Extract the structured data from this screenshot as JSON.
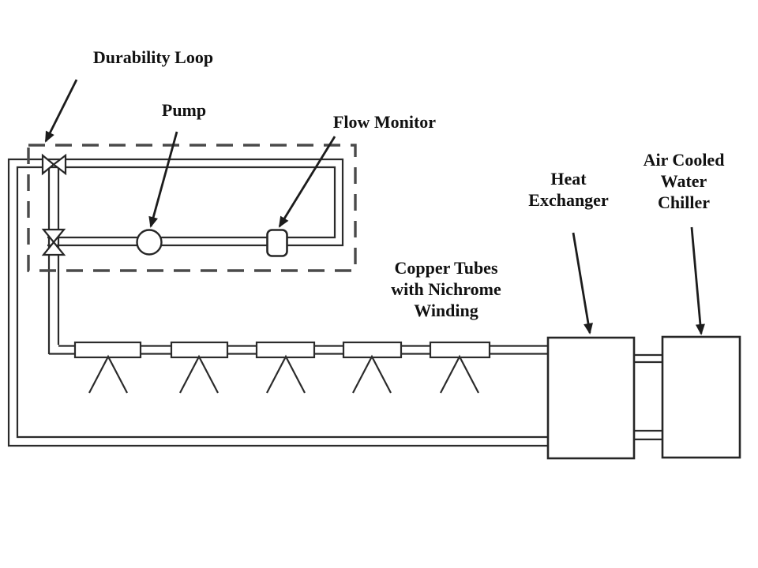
{
  "page": {
    "background": "#ffffff"
  },
  "colors": {
    "line": "#2b2b2b",
    "dashed_boundary": "#4a4a4a",
    "arrow": "#1c1c1c",
    "text": "#111111",
    "component_fill": "#ffffff"
  },
  "labels": {
    "durability_loop": "Durability Loop",
    "pump": "Pump",
    "flow_monitor": "Flow Monitor",
    "copper_tubes": {
      "lines": [
        "Copper Tubes",
        "with Nichrome",
        "Winding"
      ]
    },
    "heat_exchanger": {
      "lines": [
        "Heat",
        "Exchanger"
      ]
    },
    "air_cooled_water_chiller": {
      "lines": [
        "Air Cooled",
        "Water",
        "Chiller"
      ]
    }
  }
}
